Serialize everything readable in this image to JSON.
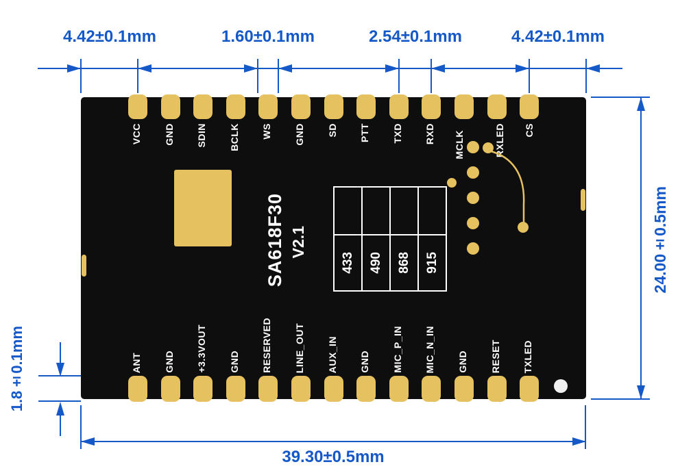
{
  "module": {
    "name": "SA618F30",
    "version": "V2.1",
    "top_pins": [
      "VCC",
      "GND",
      "SDIN",
      "BCLK",
      "WS",
      "GND",
      "SD",
      "PTT",
      "TXD",
      "RXD",
      "MCLK",
      "RXLED",
      "CS"
    ],
    "bottom_pins": [
      "ANT",
      "GND",
      "+3.3VOUT",
      "GND",
      "RESERVED",
      "LINE_OUT",
      "AUX_IN",
      "GND",
      "MIC_P_IN",
      "MIC_N_IN",
      "GND",
      "RESET",
      "TXLED"
    ],
    "frequency_options": [
      "433",
      "490",
      "868",
      "915"
    ]
  },
  "dimensions": {
    "top": [
      "4.42±0.1mm",
      "1.60±0.1mm",
      "2.54±0.1mm",
      "4.42±0.1mm"
    ],
    "right": "24.00±0.5mm",
    "left_pad_height": "1.8±0.1mm",
    "bottom": "39.30±0.5mm"
  },
  "colors": {
    "blue": "#1558c8",
    "gold": "#e5c15f",
    "board": "#0e0e0e"
  }
}
